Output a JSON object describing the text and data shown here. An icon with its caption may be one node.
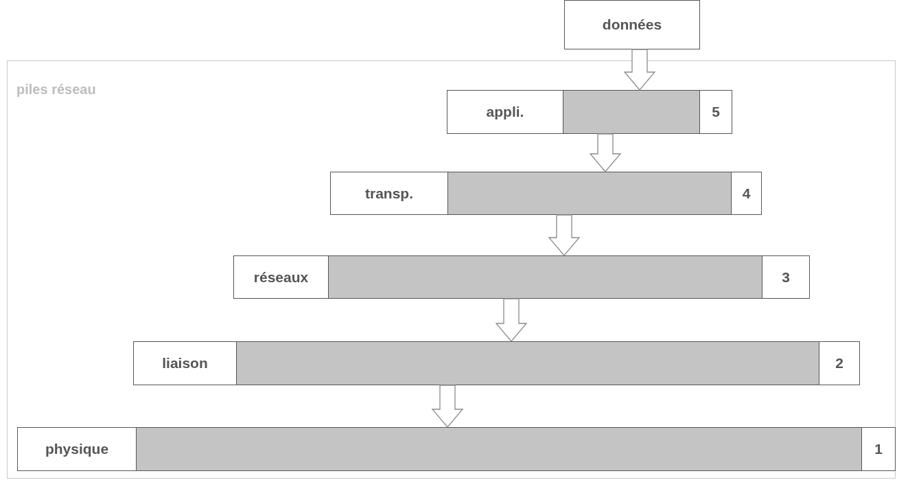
{
  "diagram": {
    "nodes": [
      {
        "text": [
          "données"
        ]
      },
      {
        "text": [
          "piles réseau"
        ]
      },
      {
        "text": [
          "appli.",
          "5"
        ],
        "in": 1
      },
      {
        "text": [
          "transp.",
          "4"
        ],
        "in": 1
      },
      {
        "text": [
          "réseaux",
          "3"
        ],
        "in": 1
      },
      {
        "text": [
          "liaison",
          "2"
        ],
        "in": 1
      },
      {
        "text": [
          "physique",
          "1"
        ],
        "in": 1
      }
    ],
    "edges": [
      {
        "from": 0,
        "to": 2,
        "arrow": "to"
      },
      {
        "from": 2,
        "to": 3,
        "arrow": "to"
      },
      {
        "from": 3,
        "to": 4,
        "arrow": "to"
      },
      {
        "from": 4,
        "to": 5,
        "arrow": "to"
      },
      {
        "from": 5,
        "to": 6,
        "arrow": "to"
      }
    ]
  }
}
